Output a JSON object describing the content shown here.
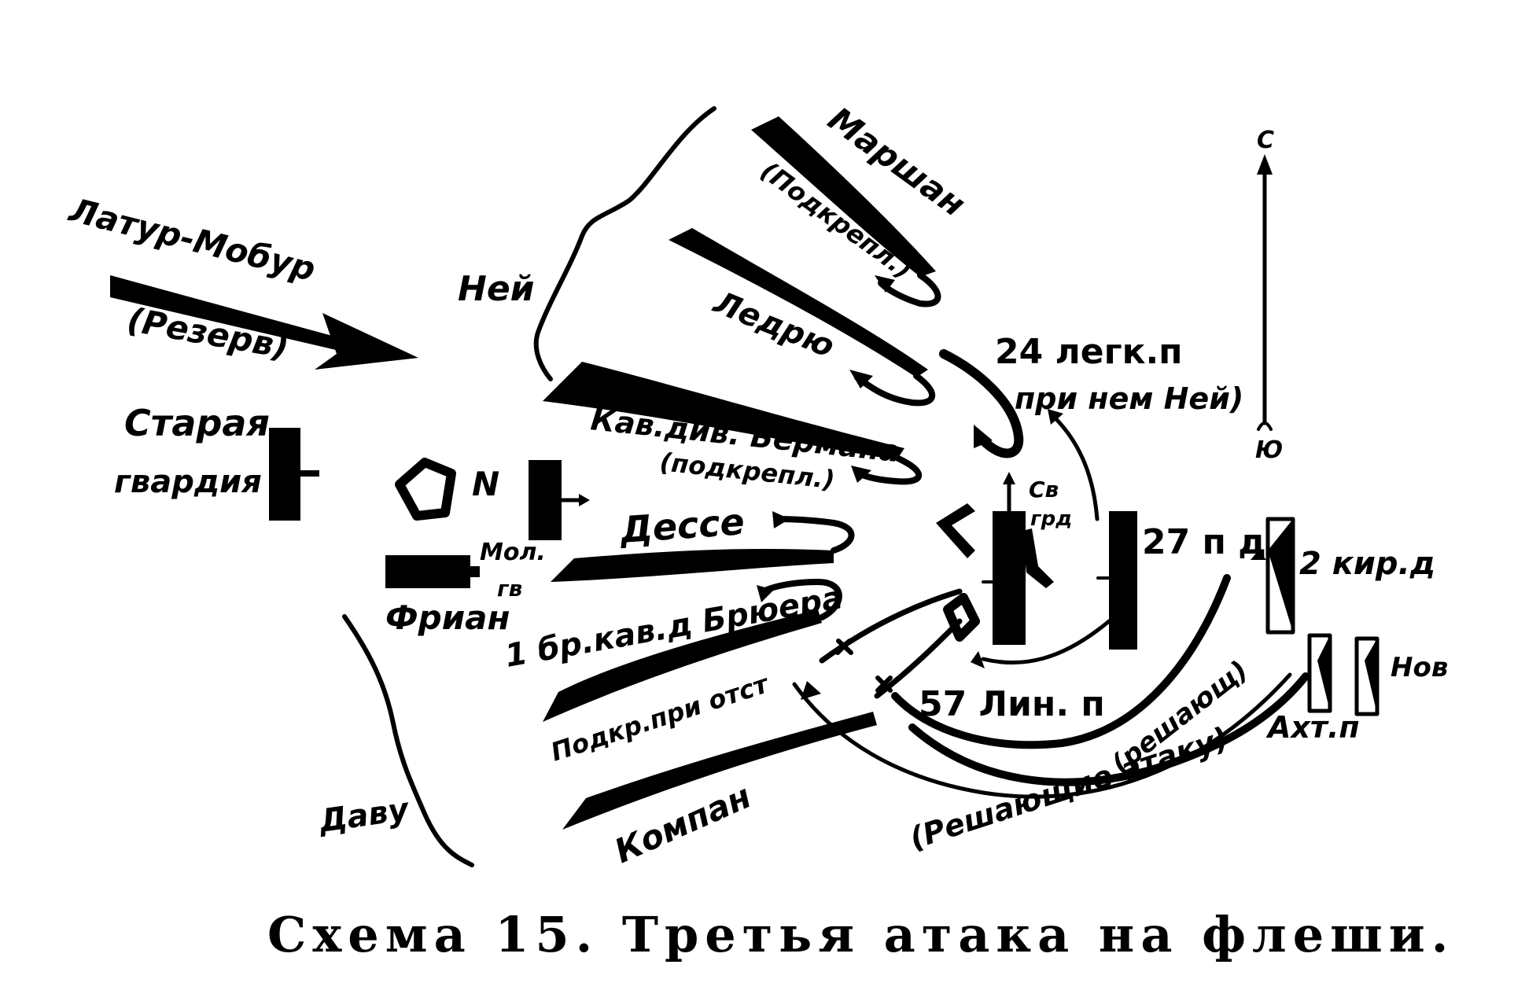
{
  "caption": "Схема 15. Третья атака на флеши.",
  "compass": {
    "north": "С",
    "south": "Ю"
  },
  "labels": {
    "latour": "Латур-Мобур",
    "reserve": "(Резерв)",
    "ney": "Ней",
    "marchand": "Маршан",
    "marchand_sub": "(Подкрепл.)",
    "ledru": "Ледрю",
    "berman": "Кав.див. Бермана",
    "berman_sub": "(подкрепл.)",
    "old_guard": [
      "Старая",
      "гвардия"
    ],
    "napoleon": "N",
    "young_guard": [
      "Мол.",
      "гв"
    ],
    "friant": "Фриан",
    "dessaix": "Дессе",
    "bruyere": "1 бр.кав.д Брюера",
    "podkr": "Подкр.при отст",
    "davout": "Даву",
    "compans": "Компан",
    "reg24": "24 легк.п",
    "ney_with": "при нем Ней)",
    "svgrd": [
      "Св",
      "грд"
    ],
    "div27": "27 п д",
    "kir2": "2 кир.д",
    "nov": "Нов",
    "reg57": "57 Лин. п",
    "resh1": "(решающ)",
    "resh2": "(Решающие атаку)",
    "akht": "Ахт.п"
  }
}
